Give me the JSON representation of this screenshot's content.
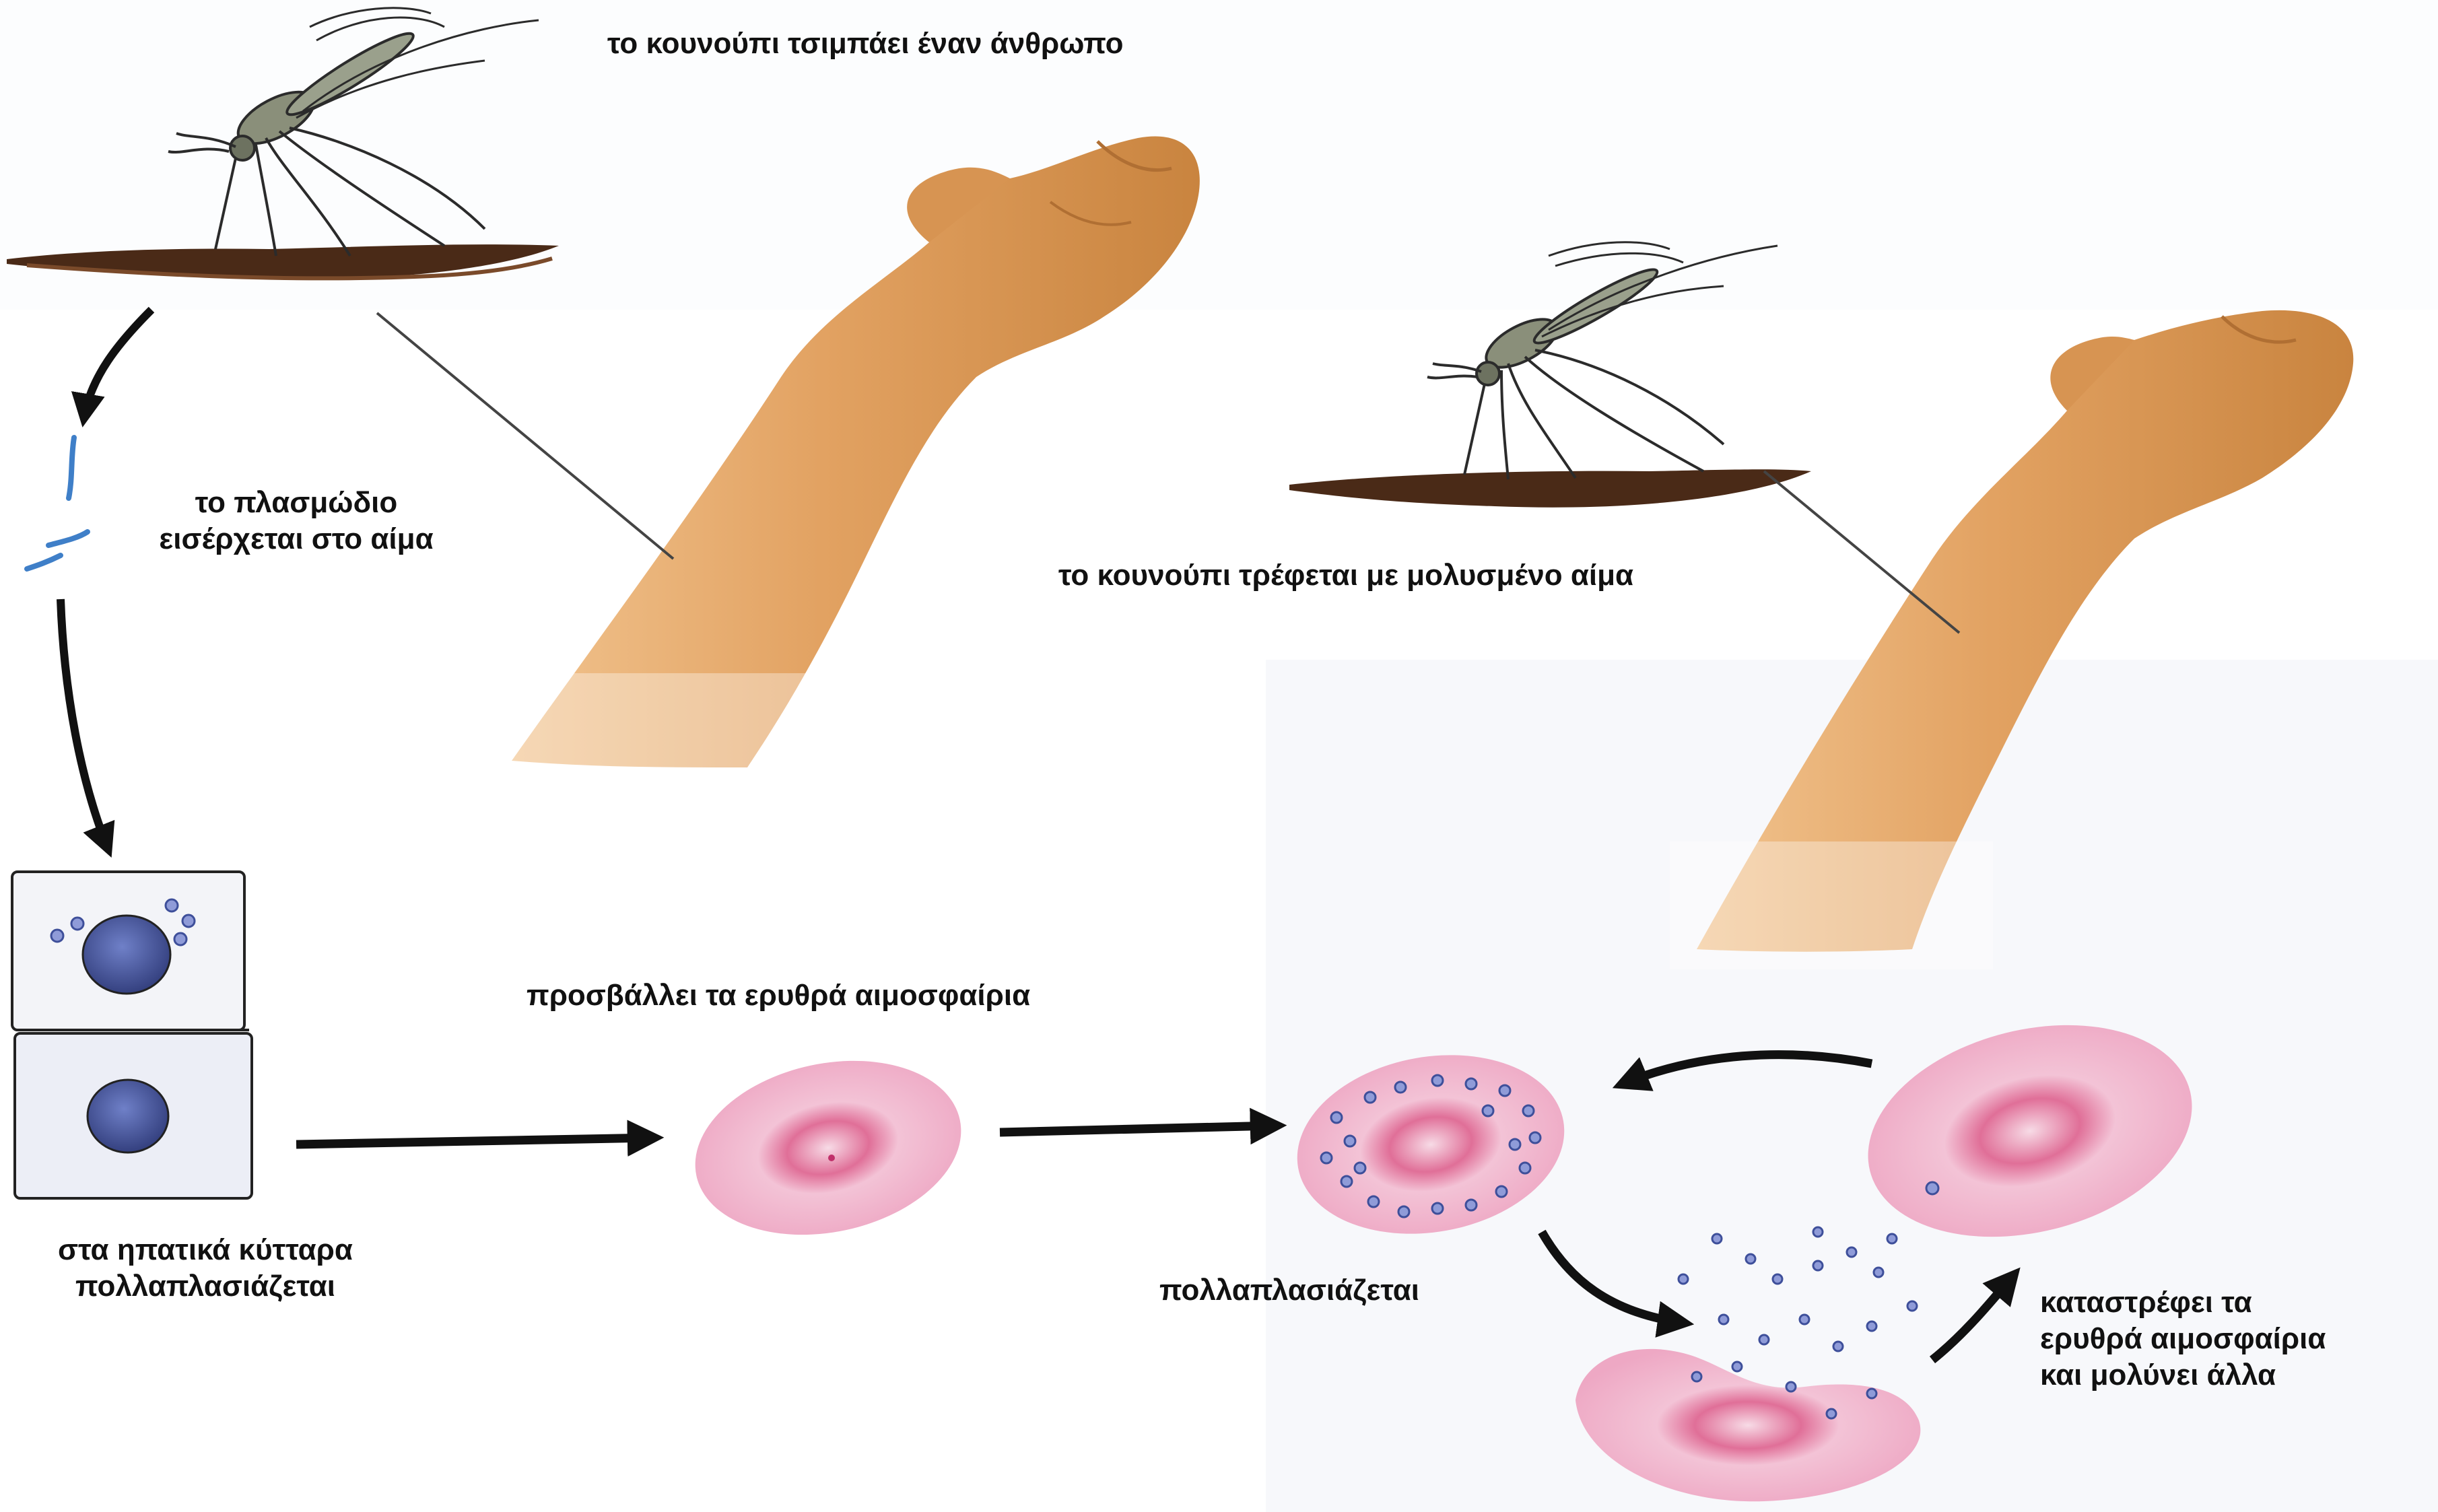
{
  "labels": {
    "bite": "το κουνούπι τσιμπάει έναν άνθρωπο",
    "plasmodium_enters_line1": "το πλασμώδιο",
    "plasmodium_enters_line2": "εισέρχεται στο αίμα",
    "feeds_infected_blood": "το κουνούπι τρέφεται με μολυσμένο αίμα",
    "attacks_red_cells": "προσβάλλει τα ερυθρά αιμοσφαίρια",
    "liver_line1": "στα ηπατικά κύτταρα",
    "liver_line2": "πολλαπλασιάζεται",
    "multiplies": "πολλαπλασιάζεται",
    "destroys_line1": "καταστρέφει τα",
    "destroys_line2": "ερυθρά αιμοσφαίρια",
    "destroys_line3": "και μολύνει άλλα"
  },
  "colors": {
    "skin": "#e0a160",
    "skin_dark": "#c57f3f",
    "rbc_fill": "#f2bcd0",
    "rbc_center": "#e06f98",
    "parasite": "#8f9bd8",
    "nucleus": "#3e4f9a",
    "arrow": "#111111"
  }
}
